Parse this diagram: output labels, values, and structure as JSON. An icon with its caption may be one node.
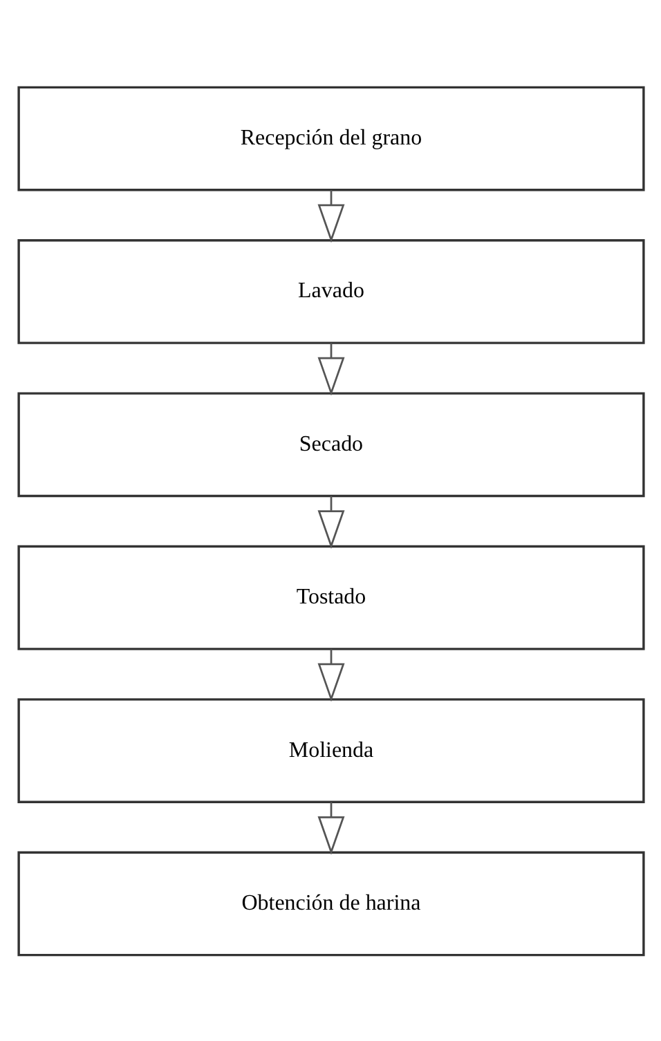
{
  "diagram": {
    "nodes": [
      {
        "text": [
          "Recepción del grano"
        ]
      },
      {
        "text": [
          "Lavado"
        ]
      },
      {
        "text": [
          "Secado"
        ]
      },
      {
        "text": [
          "Tostado"
        ]
      },
      {
        "text": [
          "Molienda"
        ]
      },
      {
        "text": [
          "Obtención de harina"
        ]
      }
    ],
    "edges": [
      {
        "from": 0,
        "to": 1,
        "arrow": "to"
      },
      {
        "from": 1,
        "to": 2,
        "arrow": "to"
      },
      {
        "from": 2,
        "to": 3,
        "arrow": "to"
      },
      {
        "from": 3,
        "to": 4,
        "arrow": "to"
      },
      {
        "from": 4,
        "to": 5,
        "arrow": "to"
      }
    ]
  }
}
